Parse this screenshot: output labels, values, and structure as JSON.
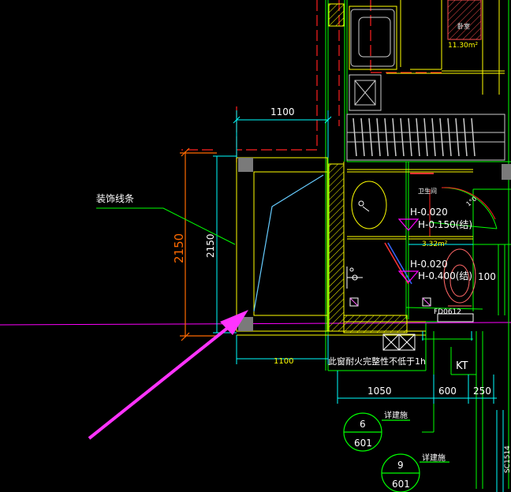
{
  "texts": {
    "dim_top_1100": "1100",
    "dim_bottom_1100": "1100",
    "dim_left_2150_orange": "2150",
    "dim_left_2150_white": "2150",
    "decor_label": "装饰线条",
    "room_bedroom": "卧室",
    "area_bedroom": "11.30m²",
    "room_toilet": "卫生间",
    "level_h0020_a": "H-0.020",
    "level_h0150": "H-0.150(结)",
    "area_332": "3.32m²",
    "level_h0020_b": "H-0.020",
    "level_h0400": "H-0.400(结)",
    "dim_100": "100",
    "door_fd0612": "FD0612",
    "door_swing_label": "1°0",
    "window_fire_note": "此窗耐火完整性不低于1h",
    "kt_label": "KT",
    "dim_1050": "1050",
    "dim_600": "600",
    "dim_250": "250",
    "detail_6_num": "6",
    "detail_6_sheet": "601",
    "detail_9_num": "9",
    "detail_9_sheet": "601",
    "see_arch_1": "详建施",
    "see_arch_2": "详建施",
    "right_edge_code": "SC1514"
  },
  "colors": {
    "background": "#000000",
    "wall": "#ffff00",
    "dimension": "#00ffff",
    "orange_dim": "#ff6a00",
    "red_dash": "#ff2020",
    "green": "#00ff00",
    "magenta_axis": "#ff00ff",
    "magenta_arrow": "#ff33ff",
    "white": "#ffffff",
    "grey_fill": "#7a7a7a",
    "cyan_line": "#66ccff"
  }
}
